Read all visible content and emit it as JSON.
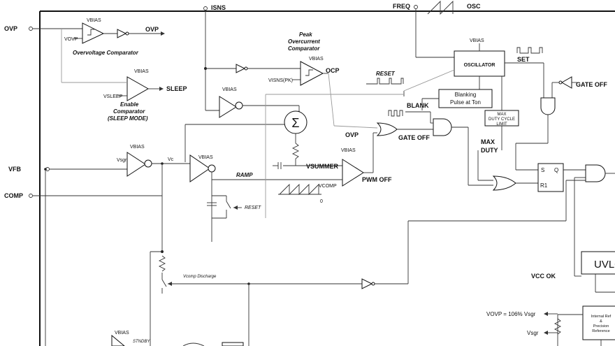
{
  "pins": {
    "ovp": "OVP",
    "isns": "ISNS",
    "freq": "FREQ",
    "osc": "OSC",
    "vfb": "VFB",
    "comp": "COMP"
  },
  "signals": {
    "ovp_out": "OVP",
    "sleep": "SLEEP",
    "ocp": "OCP",
    "reset_top": "RESET",
    "set": "SET",
    "gate_off_top": "GATE OFF",
    "blank": "BLANK",
    "ovp_mid": "OVP",
    "gate_off_mid": "GATE OFF",
    "max_duty": "MAX DUTY",
    "vsummer": "VSUMMER",
    "ramp": "RAMP",
    "pwm_off": "PWM OFF",
    "reset_cap": "RESET",
    "vcc_ok": "VCC OK",
    "vcomp": "VCOMP",
    "zero": "0",
    "vcomp_discharge": "Vcomp Discharge",
    "vc": "Vc",
    "stndby": "STNDBY"
  },
  "labels": {
    "overvoltage": "Overvoltage\nComparator",
    "enable": "Enable\nComparator\n(SLEEP MODE)",
    "peak": "Peak\nOvercurrent\nComparator",
    "vbias": "VBIAS",
    "vovp": "VOVP",
    "vsleep": "VSLEEP",
    "vsns": "VISNS(PK)",
    "vsgr": "Vsgr",
    "sum": "Σ",
    "minus": "-"
  },
  "blocks": {
    "oscillator": "OSCILLATOR",
    "blanking": "Blanking\nPulse at Ton",
    "max_duty_limit": "MAX\nDUTY CYCLE\nLIMIT",
    "uvlo": "UVLO",
    "reference": "Internal Ref\n&\nPrecision\nReference",
    "sr_s": "S",
    "sr_r": "R1",
    "sr_q": "Q"
  },
  "outputs": {
    "vovp_ref": "VOVP = 106% Vsgr",
    "vsgr_ref": "Vsgr"
  }
}
